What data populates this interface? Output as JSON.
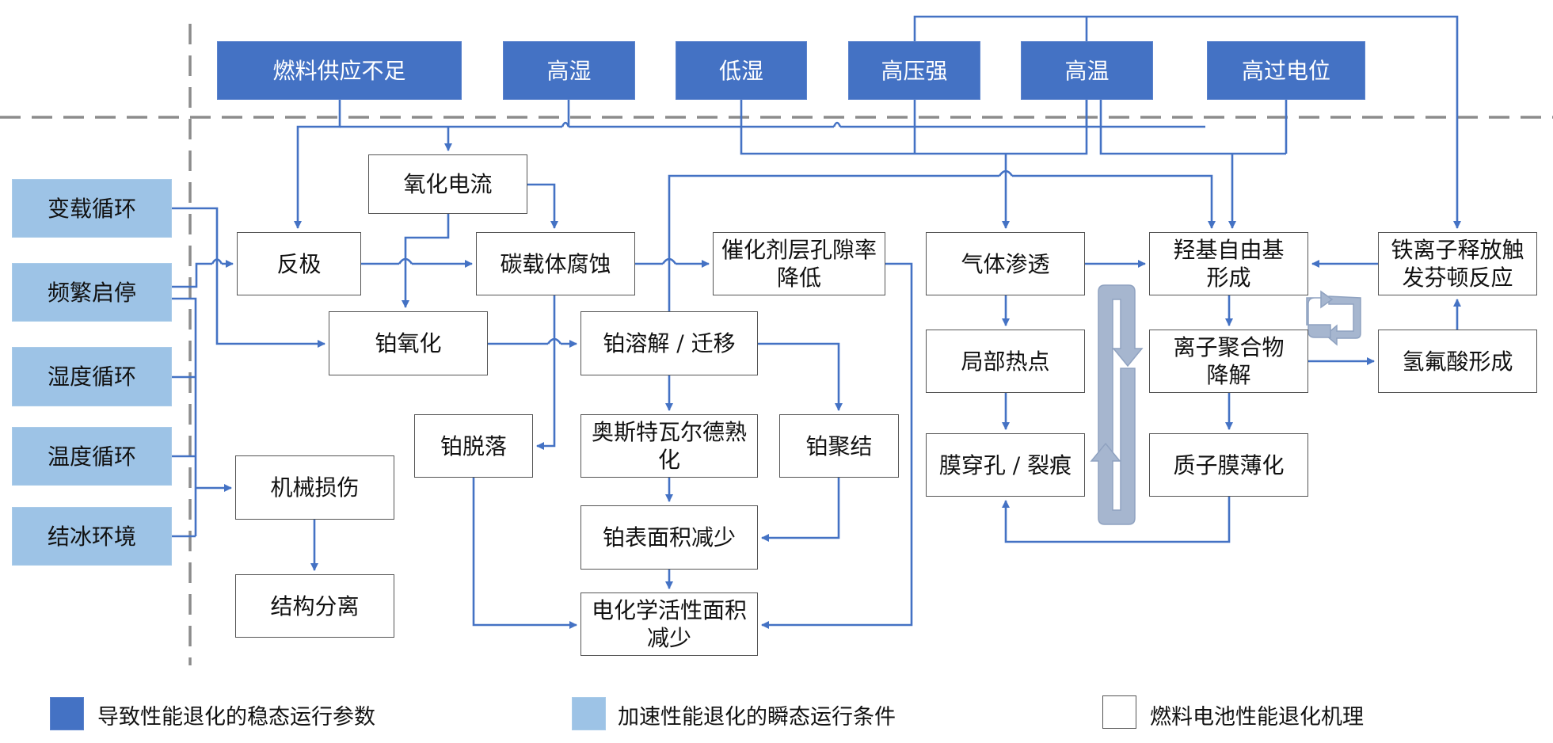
{
  "colors": {
    "steady": "#4472c4",
    "transient": "#9dc3e6",
    "mechanism": "#ffffff",
    "arrow": "#4472c4",
    "cycle_arrow": "#a6b6cf",
    "divider": "#8c8c8c"
  },
  "steady_params": {
    "fuel_starvation": "燃料供应不足",
    "high_humidity": "高湿",
    "low_humidity": "低湿",
    "high_pressure": "高压强",
    "high_temperature": "高温",
    "high_overpotential": "高过电位"
  },
  "transient_conditions": {
    "load_cycling": "变载循环",
    "start_stop": "频繁启停",
    "humidity_cycling": "湿度循环",
    "temperature_cycling": "温度循环",
    "freezing": "结冰环境"
  },
  "mechanisms": {
    "oxidation_current": "氧化电流",
    "reverse_polarity": "反极",
    "carbon_corrosion": "碳载体腐蚀",
    "porosity_reduction": "催化剂层孔隙率降低",
    "pt_oxidation": "铂氧化",
    "pt_dissolution": "铂溶解 / 迁移",
    "pt_detachment": "铂脱落",
    "ostwald_ripening": "奥斯特瓦尔德熟化",
    "pt_agglomeration": "铂聚结",
    "pt_surface_reduction": "铂表面积减少",
    "ecsa_reduction": "电化学活性面积减少",
    "mechanical_damage": "机械损伤",
    "structural_separation": "结构分离",
    "gas_crossover": "气体渗透",
    "local_hotspot": "局部热点",
    "membrane_pinhole": "膜穿孔 / 裂痕",
    "hydroxyl_radical": "羟基自由基形成",
    "ionomer_degradation": "离子聚合物降解",
    "membrane_thinning": "质子膜薄化",
    "fenton_reaction": "铁离子释放触发芬顿反应",
    "hf_formation": "氢氟酸形成"
  },
  "legend": {
    "steady": "导致性能退化的稳态运行参数",
    "transient": "加速性能退化的瞬态运行条件",
    "mechanism": "燃料电池性能退化机理"
  }
}
